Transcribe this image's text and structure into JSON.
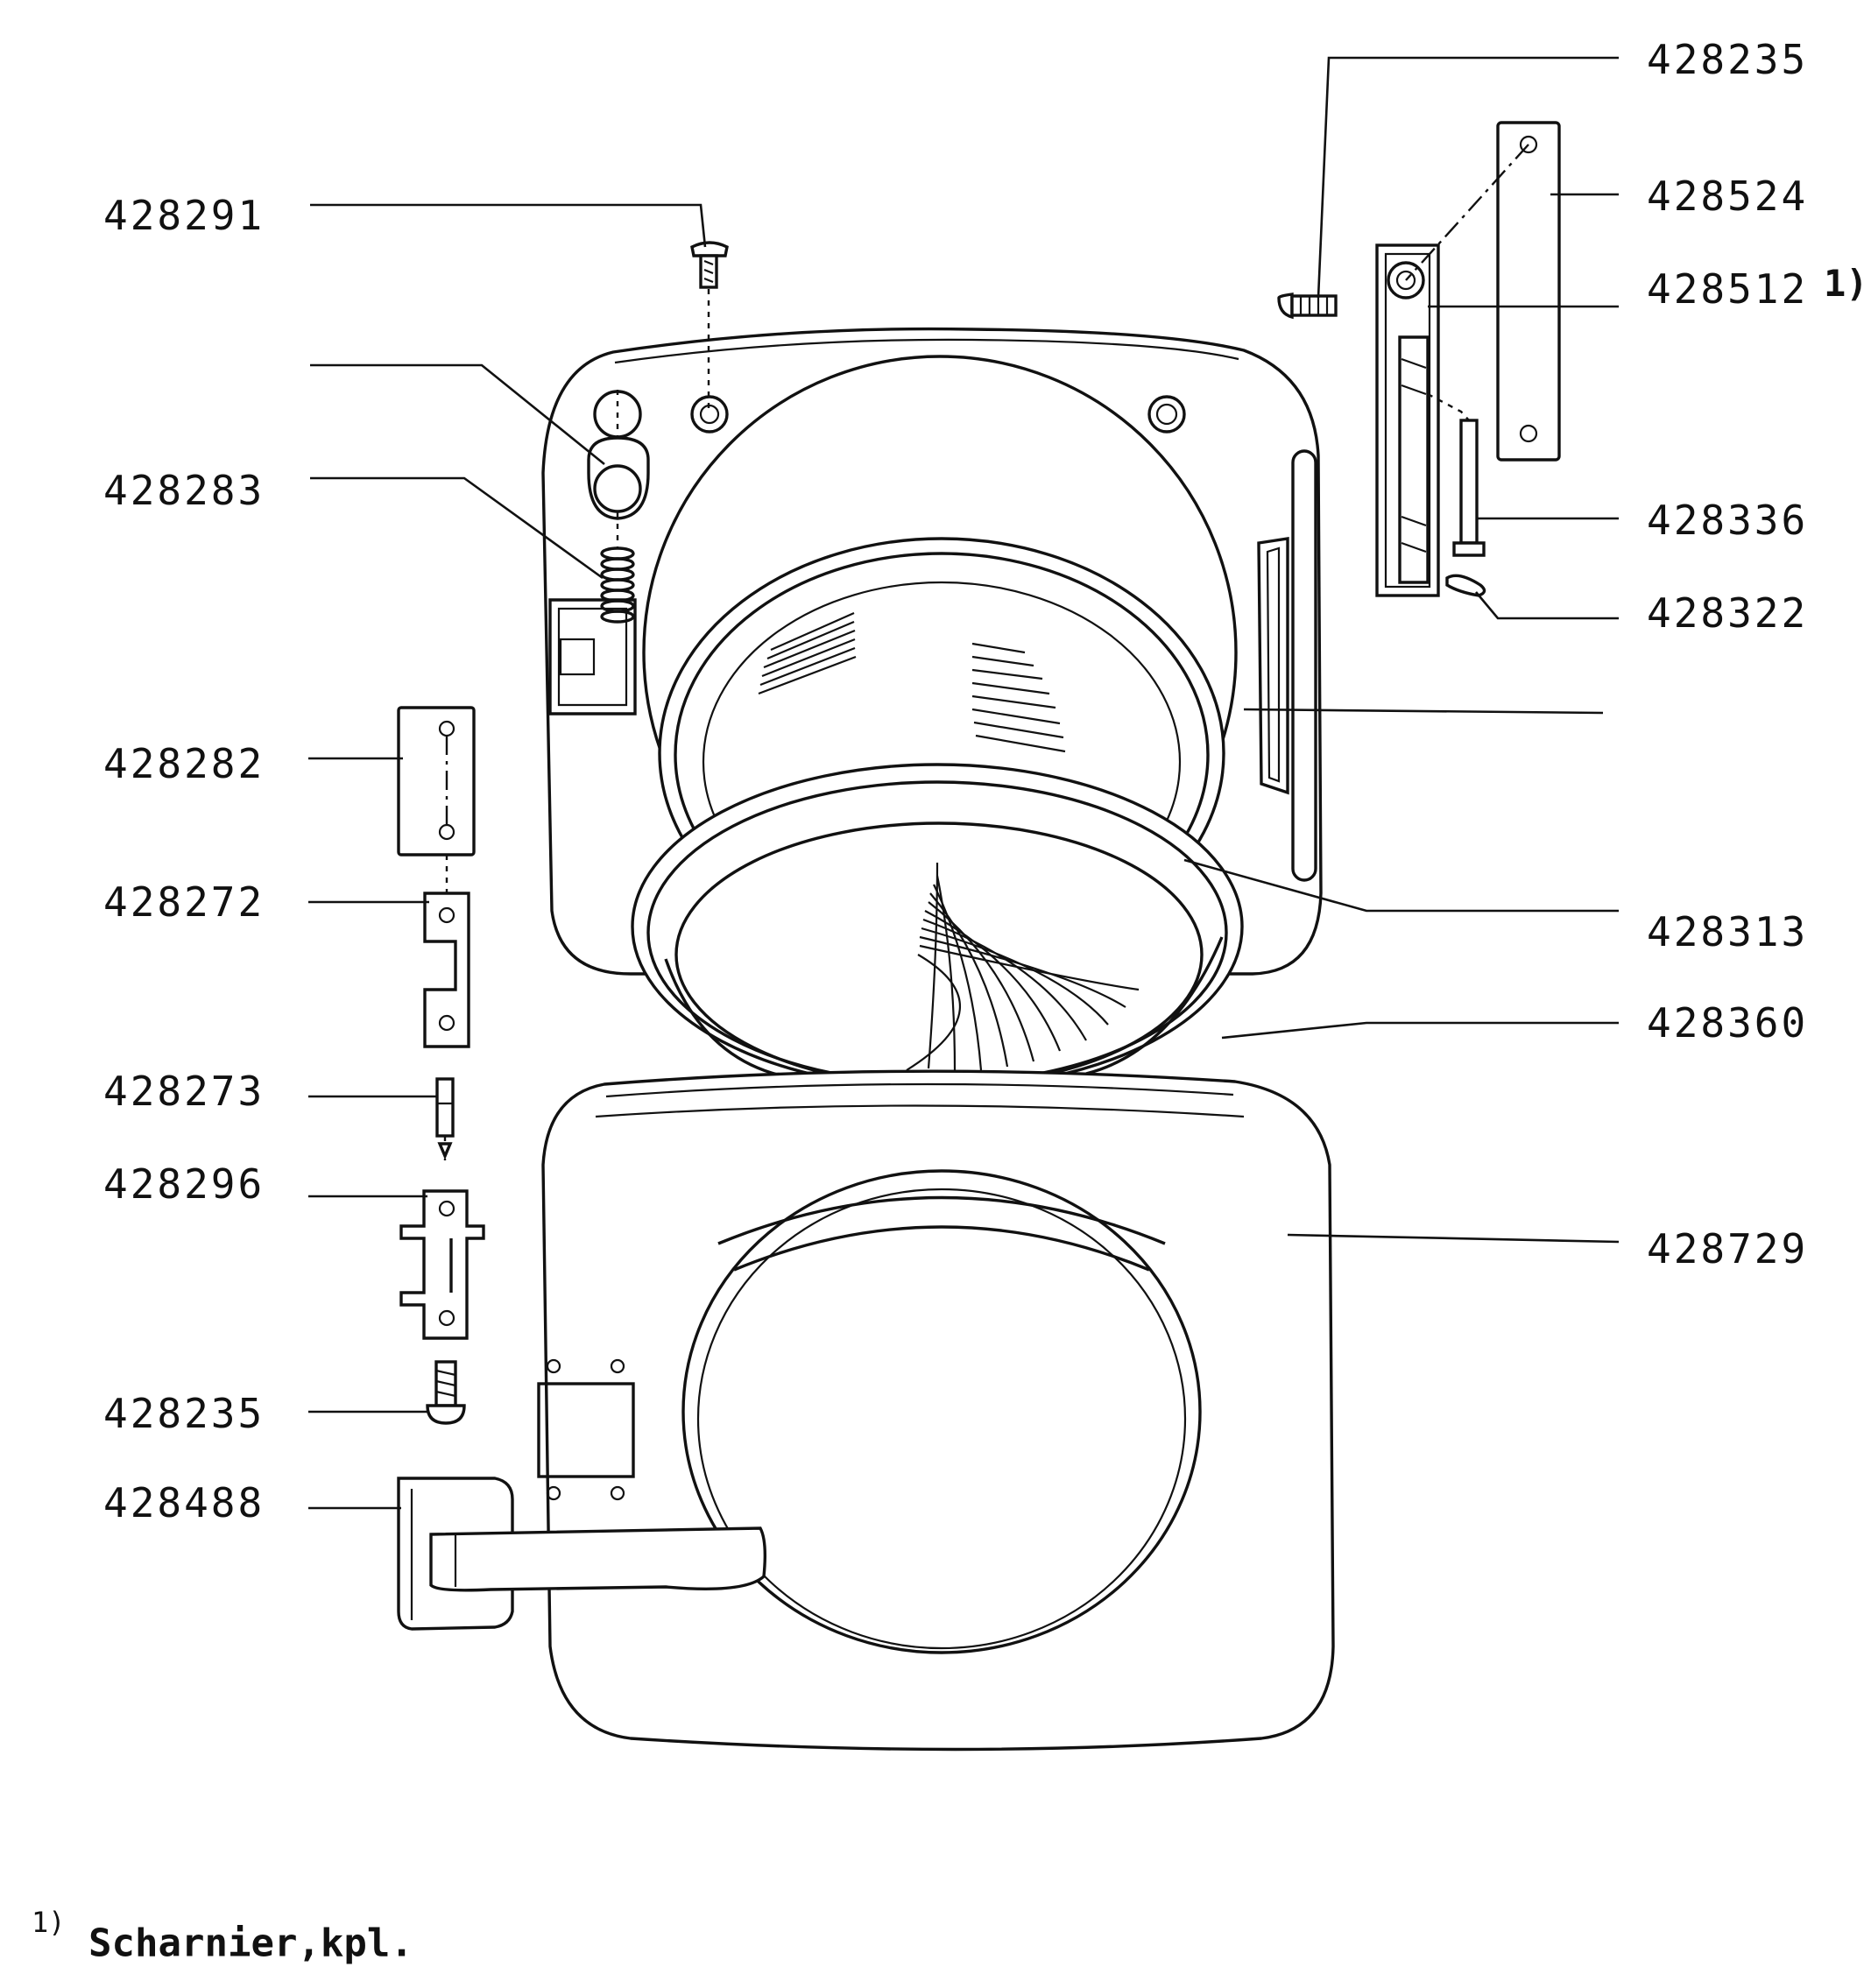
{
  "labels": {
    "l_428235_top": "428235",
    "l_428524": "428524",
    "l_428512": "428512",
    "l_note_marker": "1)",
    "l_428291": "428291",
    "l_428283": "428283",
    "l_428336": "428336",
    "l_428322": "428322",
    "l_428282": "428282",
    "l_428272": "428272",
    "l_428313": "428313",
    "l_428360": "428360",
    "l_428273": "428273",
    "l_428296": "428296",
    "l_428729": "428729",
    "l_428235_bottom": "428235",
    "l_428488": "428488"
  },
  "footnote": {
    "marker": "1)",
    "text": "Scharnier,kpl."
  }
}
